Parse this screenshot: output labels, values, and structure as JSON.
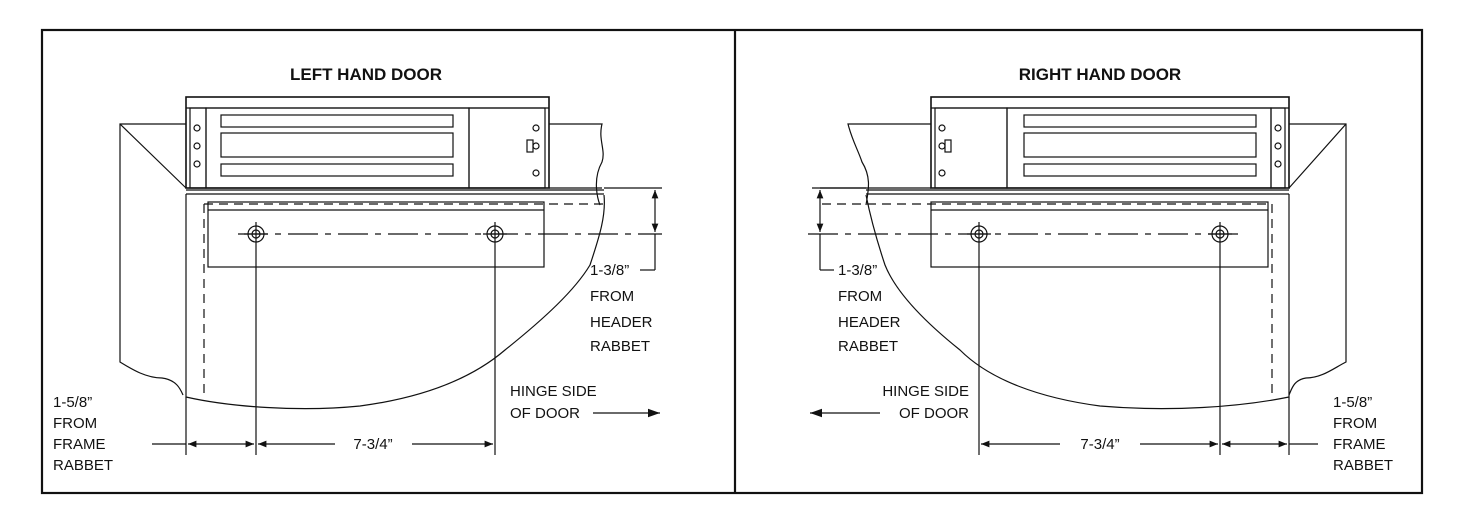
{
  "left": {
    "title": "LEFT HAND DOOR",
    "header_dim": [
      "1-3/8”",
      "FROM",
      "HEADER",
      "RABBET"
    ],
    "frame_dim": [
      "1-5/8”",
      "FROM",
      "FRAME",
      "RABBET"
    ],
    "hinge": [
      "HINGE SIDE",
      "OF DOOR"
    ],
    "spacing": "7-3/4”"
  },
  "right": {
    "title": "RIGHT HAND DOOR",
    "header_dim": [
      "1-3/8”",
      "FROM",
      "HEADER",
      "RABBET"
    ],
    "frame_dim": [
      "1-5/8”",
      "FROM",
      "FRAME",
      "RABBET"
    ],
    "hinge": [
      "HINGE SIDE",
      "OF DOOR"
    ],
    "spacing": "7-3/4”"
  }
}
